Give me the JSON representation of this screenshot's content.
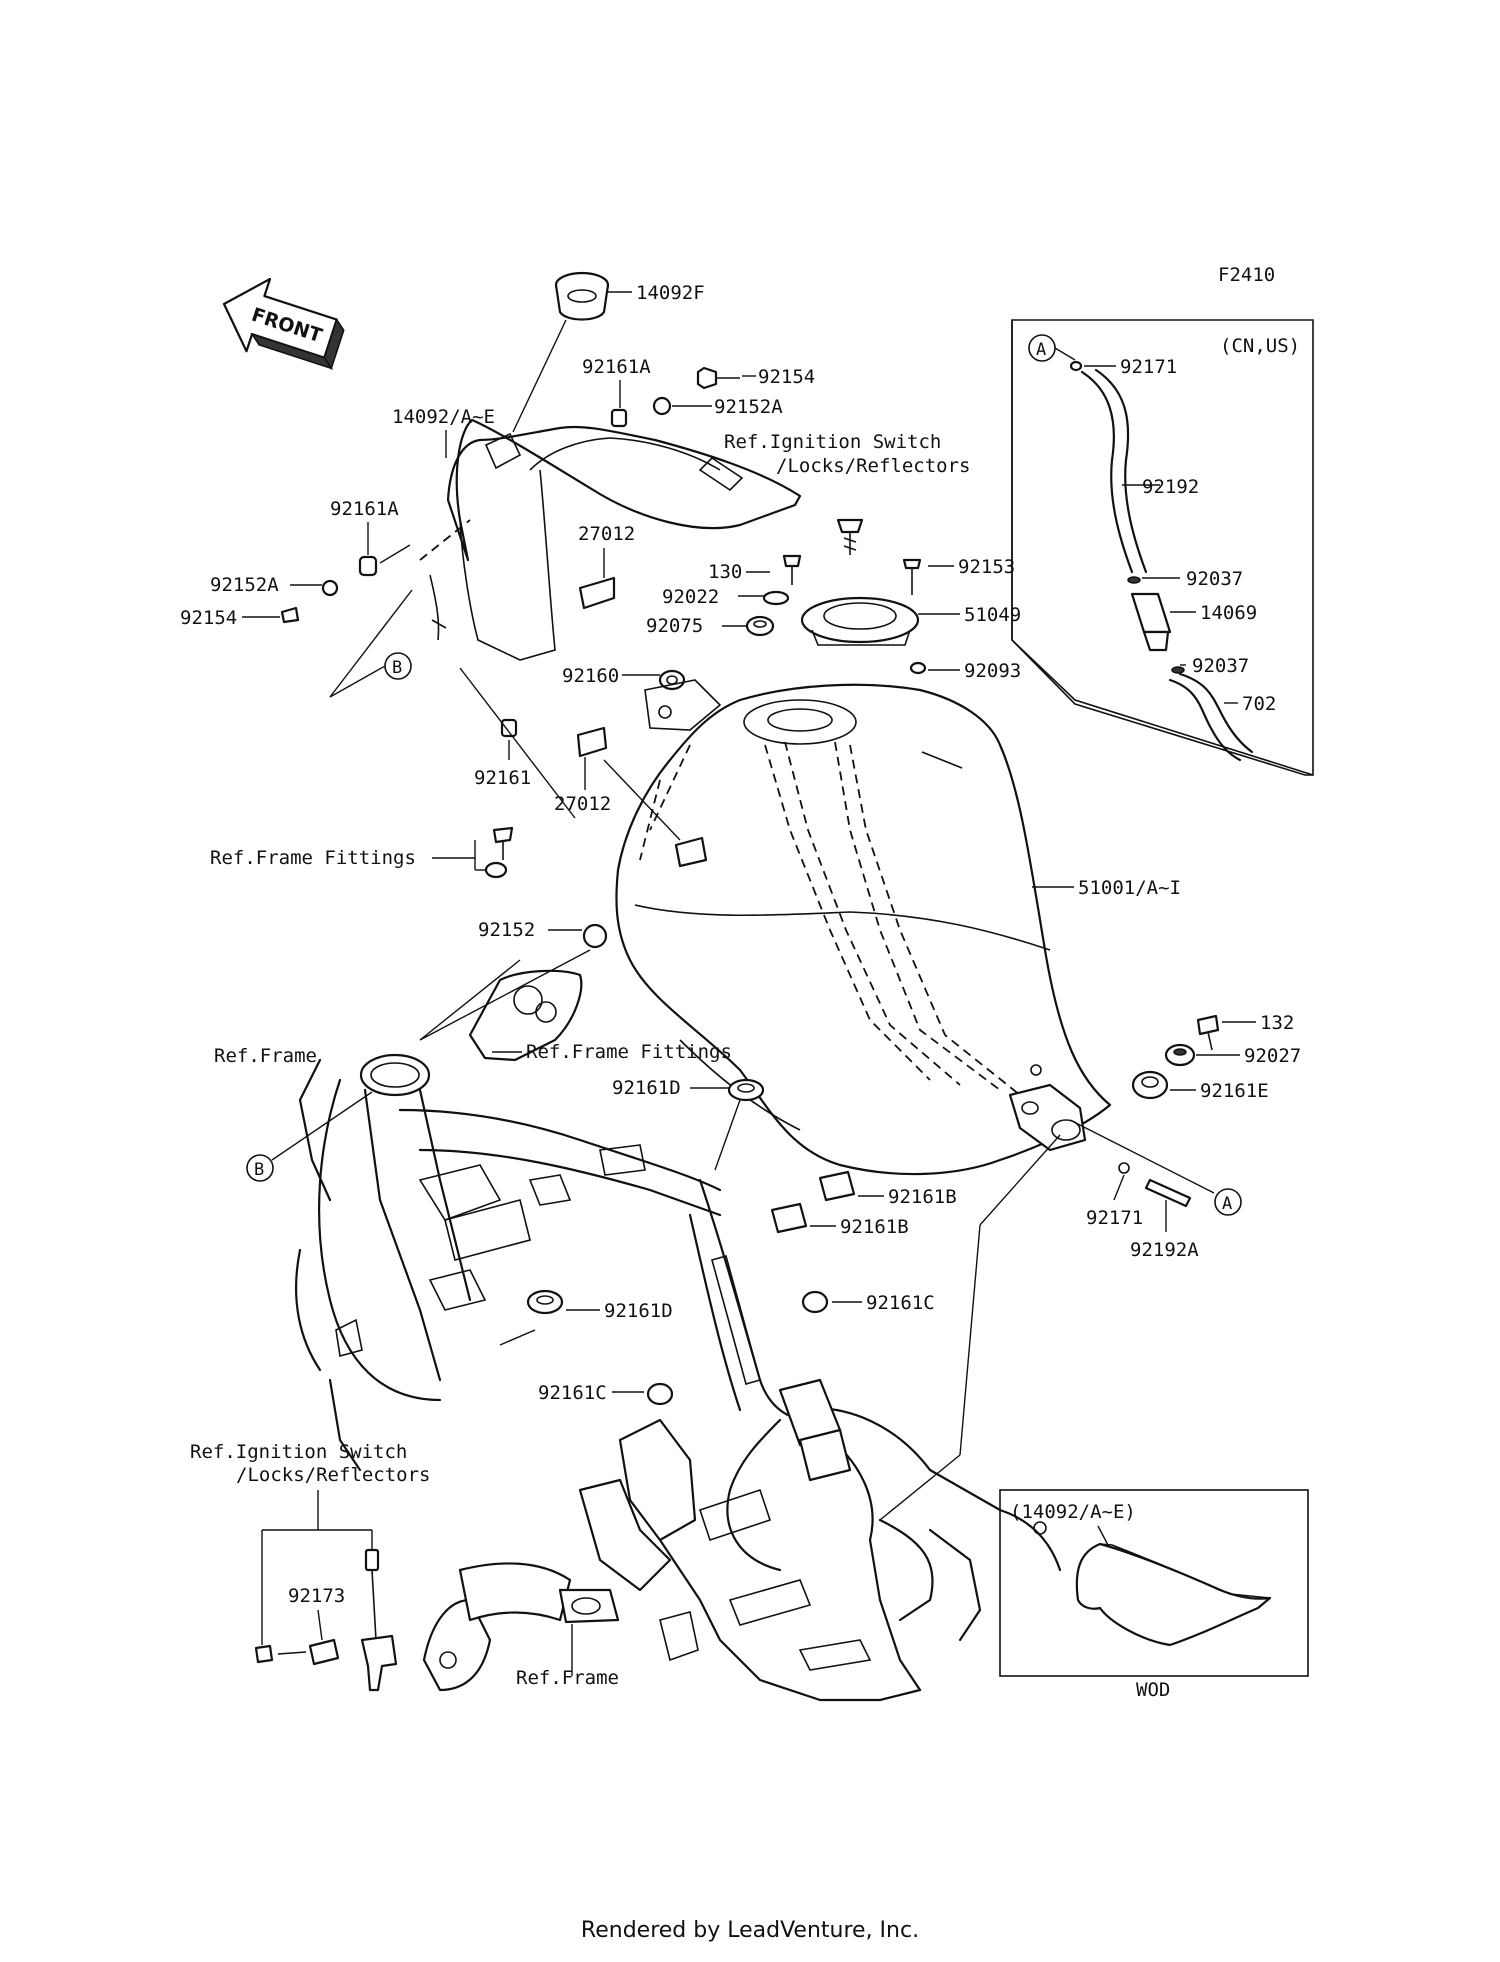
{
  "diagram_code": "F2410",
  "front_arrow_label": "FRONT",
  "callouts": {
    "p14092F": "14092F",
    "p92161A_top": "92161A",
    "p92154_top": "92154",
    "p92152A_top": "92152A",
    "p14092_AE": "14092/A~E",
    "p92161A_left": "92161A",
    "p92152A_left": "92152A",
    "p92154_left": "92154",
    "p27012_top": "27012",
    "p92161": "92161",
    "p27012_mid": "27012",
    "ref_ignition_top_1": "Ref.Ignition Switch",
    "ref_ignition_top_2": "/Locks/Reflectors",
    "p130": "130",
    "p92022": "92022",
    "p92075": "92075",
    "p92153": "92153",
    "p51049": "51049",
    "p92093": "92093",
    "p92160": "92160",
    "ref_frame_fittings_1": "Ref.Frame Fittings",
    "p92152": "92152",
    "ref_frame_1": "Ref.Frame",
    "ref_frame_fittings_2": "Ref.Frame Fittings",
    "p51001": "51001/A~I",
    "p132": "132",
    "p92027": "92027",
    "p92161E": "92161E",
    "p92161D_top": "92161D",
    "p92161B_1": "92161B",
    "p92161B_2": "92161B",
    "p92171_bottom": "92171",
    "p92192A": "92192A",
    "p92161D_bottom": "92161D",
    "p92161C_right": "92161C",
    "p92161C_left": "92161C",
    "ref_ignition_bottom_1": "Ref.Ignition Switch",
    "ref_ignition_bottom_2": "/Locks/Reflectors",
    "p92173": "92173",
    "ref_frame_2": "Ref.Frame"
  },
  "inset_cnus": {
    "region_label": "(CN,US)",
    "marker_a": "A",
    "p92171": "92171",
    "p92192": "92192",
    "p92037_top": "92037",
    "p14069": "14069",
    "p92037_bottom": "92037",
    "p702": "702"
  },
  "inset_wod": {
    "header": "(14092/A~E)",
    "caption": "WOD"
  },
  "markers": {
    "b_upper": "B",
    "b_lower": "B",
    "a_lower": "A"
  },
  "footer": "Rendered by LeadVenture, Inc."
}
